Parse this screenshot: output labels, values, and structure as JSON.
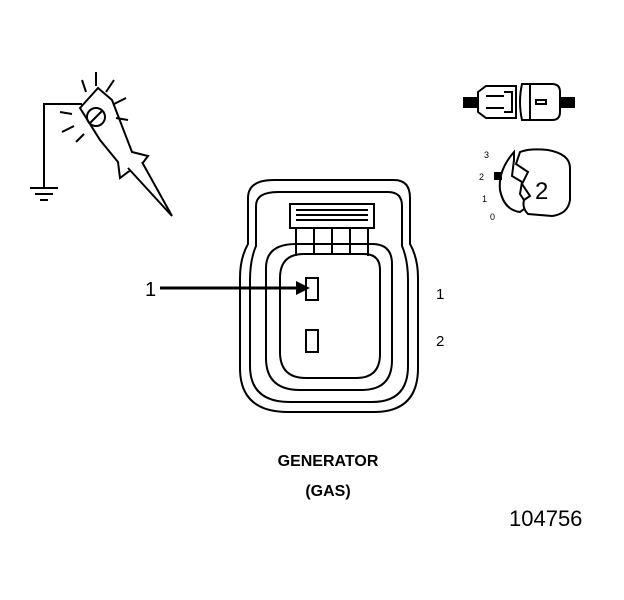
{
  "callout": "1",
  "pin_labels": [
    "1",
    "2"
  ],
  "inset": {
    "scale_labels": [
      "3",
      "2",
      "1",
      "0"
    ],
    "position_label": "2"
  },
  "caption": {
    "line1": "GENERATOR",
    "line2": "(GAS)"
  },
  "figure_number": "104756",
  "icons": [
    "test-probe-icon",
    "ground-symbol-icon",
    "connector-side-view-icon",
    "terminal-position-dial-icon"
  ]
}
